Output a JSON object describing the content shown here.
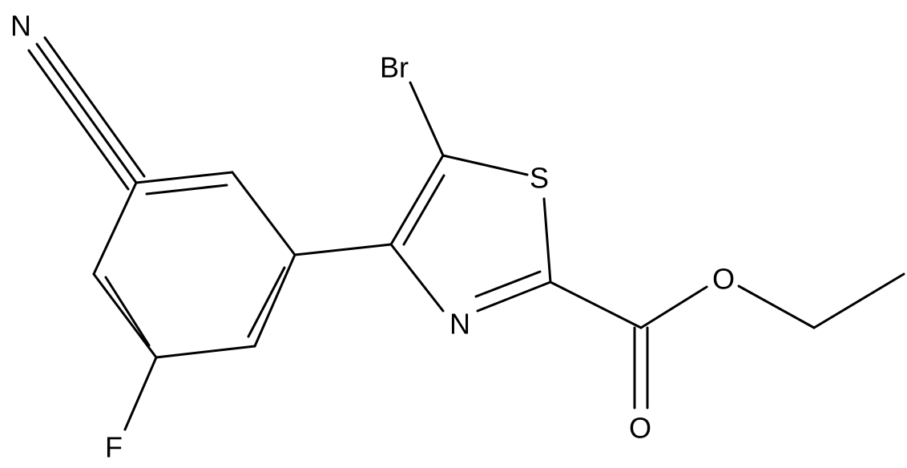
{
  "molecule": {
    "atoms": {
      "br": "Br",
      "s": "S",
      "n_ring": "N",
      "n_nitrile": "N",
      "o_ester": "O",
      "o_carbonyl": "O",
      "f": "F"
    }
  },
  "colors": {
    "bond": "#000000",
    "label": "#000000",
    "background": "#ffffff"
  }
}
